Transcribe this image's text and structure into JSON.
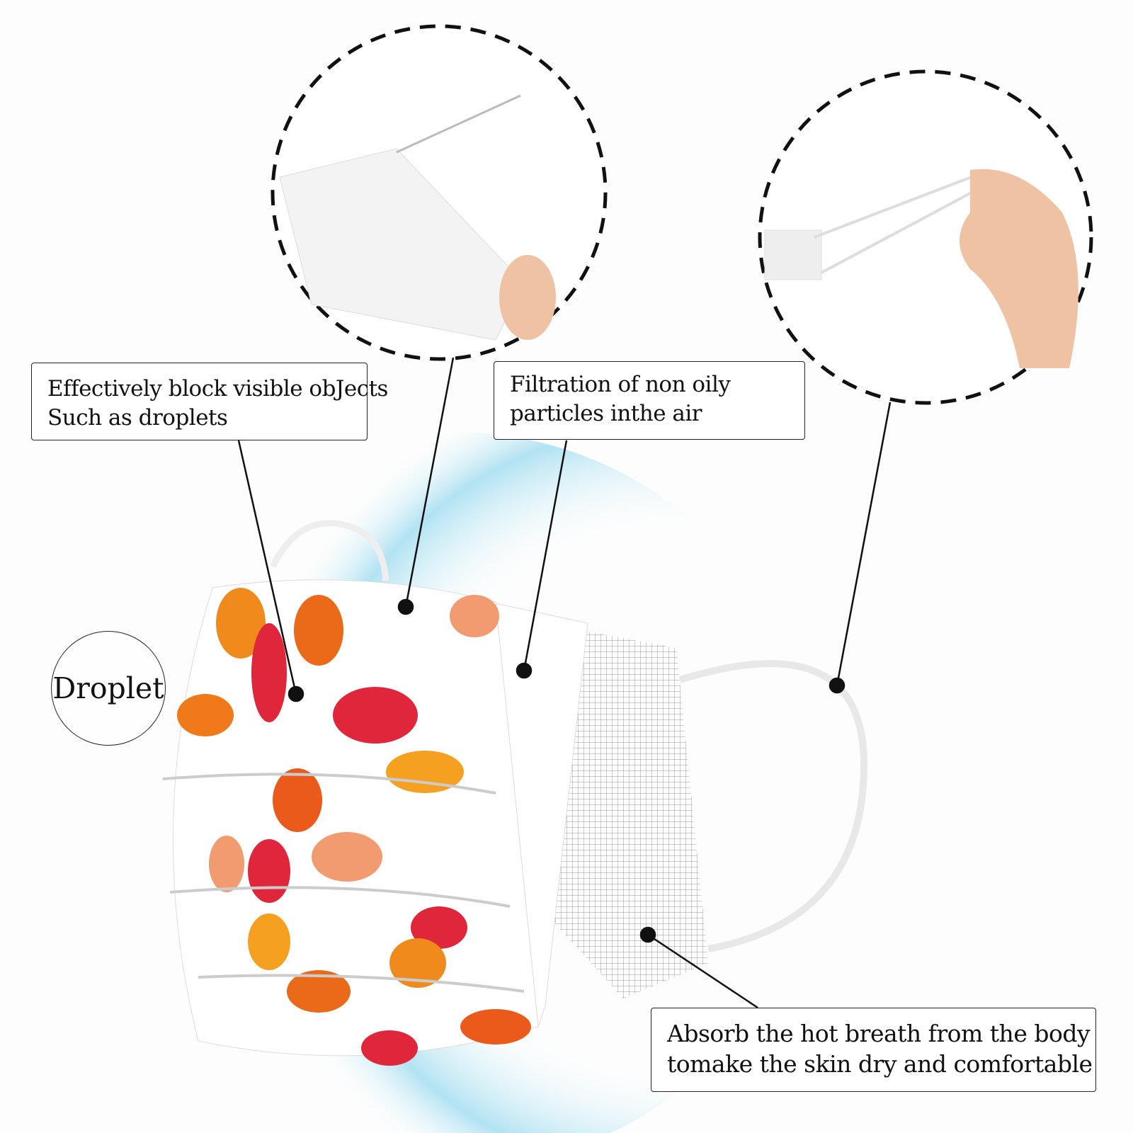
{
  "callouts": {
    "block": {
      "line1": "Effectively block visible obJects",
      "line2": "Such as droplets"
    },
    "filtration": {
      "line1": "Filtration of non oily",
      "line2": "particles inthe air"
    },
    "absorb": {
      "line1": "Absorb the hot breath from the body",
      "line2": "tomake the skin dry and comfortable"
    }
  },
  "droplet_label": "Droplet",
  "colors": {
    "fox_orange": "#f08a1c",
    "fox_red": "#e0263a",
    "glow_blue": "#9fdcf0",
    "line": "#111111"
  }
}
